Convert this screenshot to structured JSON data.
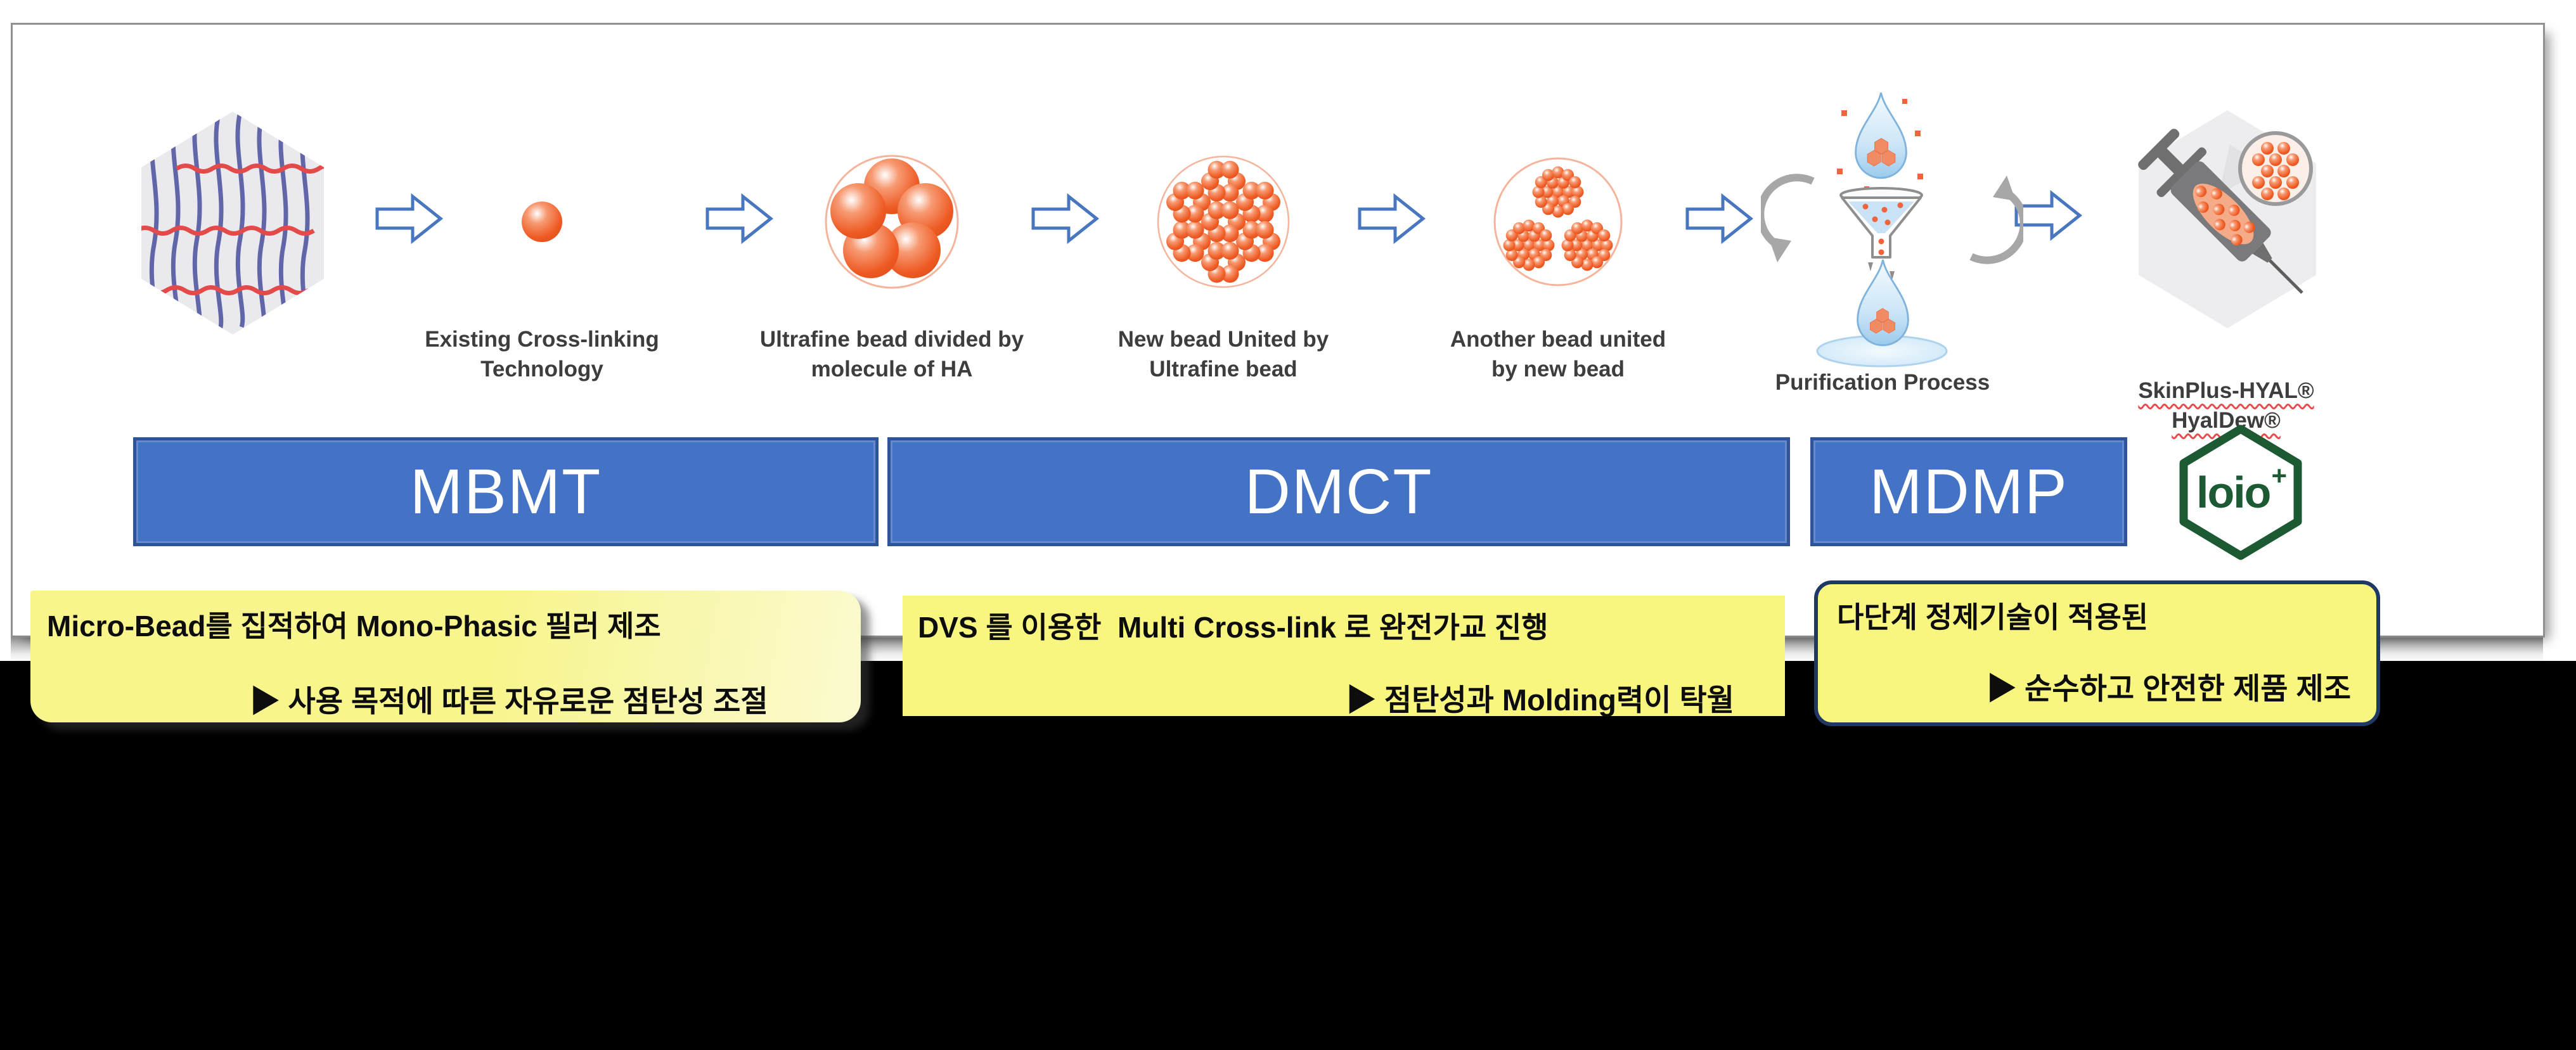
{
  "process_labels": [
    {
      "line1": "Existing Cross-linking",
      "line2": "Technology"
    },
    {
      "line1": "Ultrafine bead divided by",
      "line2": "molecule of HA"
    },
    {
      "line1": "New bead United by",
      "line2": "Ultrafine bead"
    },
    {
      "line1": "Another bead united",
      "line2": "by new bead"
    },
    {
      "line1": "Purification Process",
      "line2": ""
    },
    {
      "line1": "SkinPlus-HYAL®",
      "line2": "HyalDew®"
    }
  ],
  "banners": [
    {
      "label": "MBMT"
    },
    {
      "label": "DMCT"
    },
    {
      "label": "MDMP"
    }
  ],
  "logo": {
    "word": "loio",
    "plus": "+"
  },
  "callouts": [
    {
      "line1": "Micro-Bead를 집적하여 Mono-Phasic 필러 제조",
      "line2": "▶ 사용 목적에 따른 자유로운 점탄성 조절"
    },
    {
      "line1": "DVS 를 이용한  Multi Cross-link 로 완전가교 진행",
      "line2": "▶ 점탄성과 Molding력이 탁월"
    },
    {
      "line1": "다단계 정제기술이 적용된",
      "line2": "▶ 순수하고 안전한 제품 제조"
    }
  ],
  "colors": {
    "banner_blue": "#4472C4",
    "banner_border": "#2E5396",
    "arrow_blue": "#4877C0",
    "bead_orange": "#EE5A23",
    "callout_yellow": "#F8F67E",
    "callout_pale_yellow": "#FBFAD0",
    "callout_border_navy": "#1F3864",
    "logo_green": "#1B5A33",
    "spellcheck_red": "#E84C4C",
    "gray_arrow": "#A7A7A7"
  }
}
